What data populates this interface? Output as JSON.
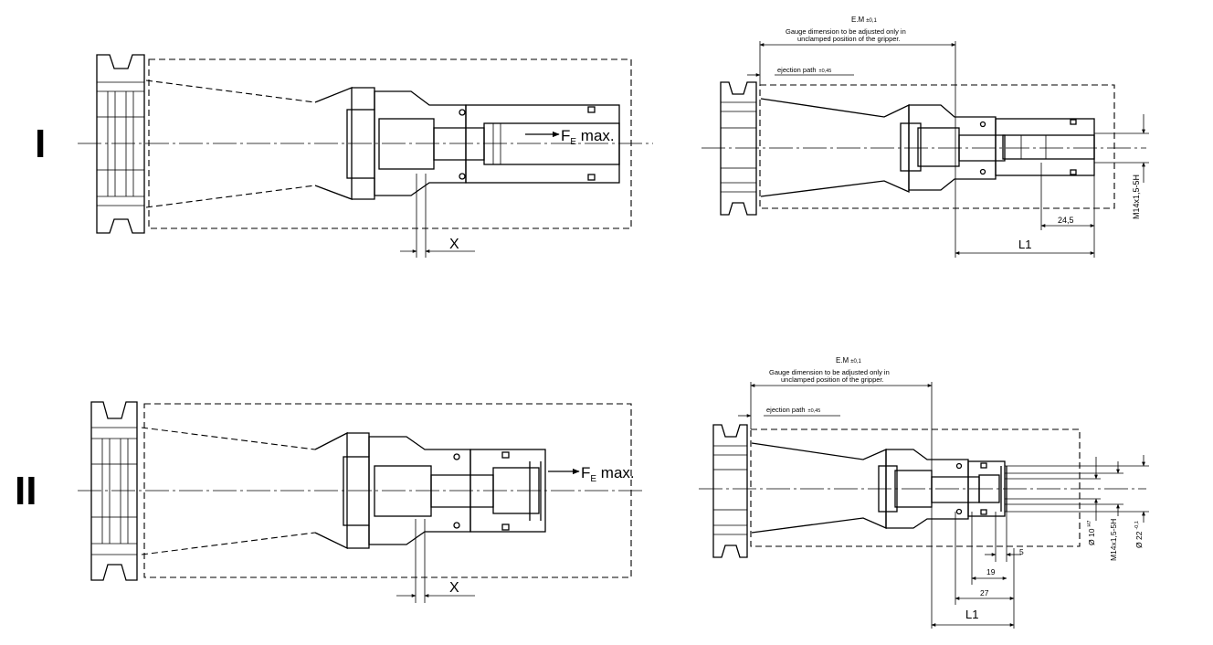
{
  "views": {
    "v1": {
      "label": "I",
      "force_label": "F",
      "force_sub": "E",
      "force_tail": " max.",
      "x_label": "X"
    },
    "v2": {
      "label": "II",
      "force_label": "F",
      "force_sub": "E",
      "force_tail": " max.",
      "x_label": "X"
    }
  },
  "details": {
    "d1": {
      "em_label": "E.M",
      "em_tol": "±0,1",
      "gauge_line1": "Gauge dimension to be adjusted only in",
      "gauge_line2": "unclamped position of the gripper.",
      "ejection_label": "ejection path",
      "ejection_tol": "±0,45",
      "thread_label": "M14x1,5-5H",
      "dim_245": "24,5",
      "l1_label": "L1"
    },
    "d2": {
      "em_label": "E.M",
      "em_tol": "±0,1",
      "gauge_line1": "Gauge dimension to be adjusted only in",
      "gauge_line2": "unclamped position of the gripper.",
      "ejection_label": "ejection path",
      "ejection_tol": "±0,45",
      "dia10_label": "Ø 10",
      "dia10_tol": "H7",
      "thread_label": "M14x1,5-5H",
      "dia22_label": "Ø 22",
      "dia22_tol": "-0,1",
      "dim_5": "5",
      "dim_19": "19",
      "dim_27": "27",
      "l1_label": "L1"
    }
  }
}
